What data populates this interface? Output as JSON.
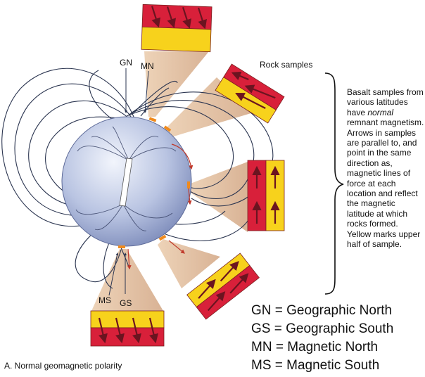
{
  "labels": {
    "gn": "GN",
    "mn": "MN",
    "ms": "MS",
    "gs": "GS",
    "rock_samples": "Rock samples"
  },
  "description": {
    "before": "Basalt samples from various latitudes have",
    "emphasis": "normal",
    "after": "remnant magnetism. Arrows in samples are parallel to, and point in the same direction as, magnetic lines of force at each location and reflect the magnetic latitude at which rocks formed. Yellow marks upper half of sample."
  },
  "legend": [
    "GN = Geographic North",
    "GS = Geographic South",
    "MN = Magnetic North",
    "MS = Magnetic South"
  ],
  "caption": "A. Normal geomagnetic polarity",
  "colors": {
    "sample_red": "#d8203a",
    "sample_yellow": "#f7d21c",
    "arrow": "#6b1420",
    "field_line": "#2b3550",
    "marker": "#f08a1c",
    "globe_light": "#e6ecf8",
    "globe_dark": "#7a8ab8"
  }
}
